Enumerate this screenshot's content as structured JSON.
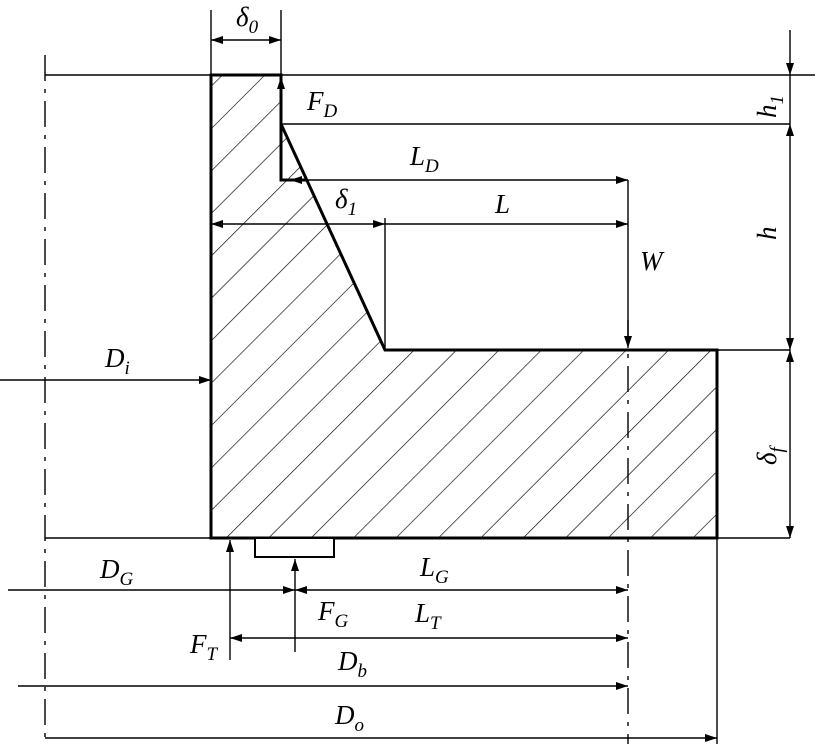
{
  "labels": {
    "delta0": {
      "main": "δ",
      "sub": "0"
    },
    "FD": {
      "main": "F",
      "sub": "D"
    },
    "LD": {
      "main": "L",
      "sub": "D"
    },
    "delta1": {
      "main": "δ",
      "sub": "1"
    },
    "L": {
      "main": "L"
    },
    "W": {
      "main": "W"
    },
    "h1": {
      "main": "h",
      "sub": "1"
    },
    "h": {
      "main": "h"
    },
    "deltaf": {
      "main": "δ",
      "sub": "f"
    },
    "Di": {
      "main": "D",
      "sub": "i"
    },
    "DG": {
      "main": "D",
      "sub": "G"
    },
    "LG": {
      "main": "L",
      "sub": "G"
    },
    "FG": {
      "main": "F",
      "sub": "G"
    },
    "LT": {
      "main": "L",
      "sub": "T"
    },
    "FT": {
      "main": "F",
      "sub": "T"
    },
    "Db": {
      "main": "D",
      "sub": "b"
    },
    "Do": {
      "main": "D",
      "sub": "o"
    }
  }
}
